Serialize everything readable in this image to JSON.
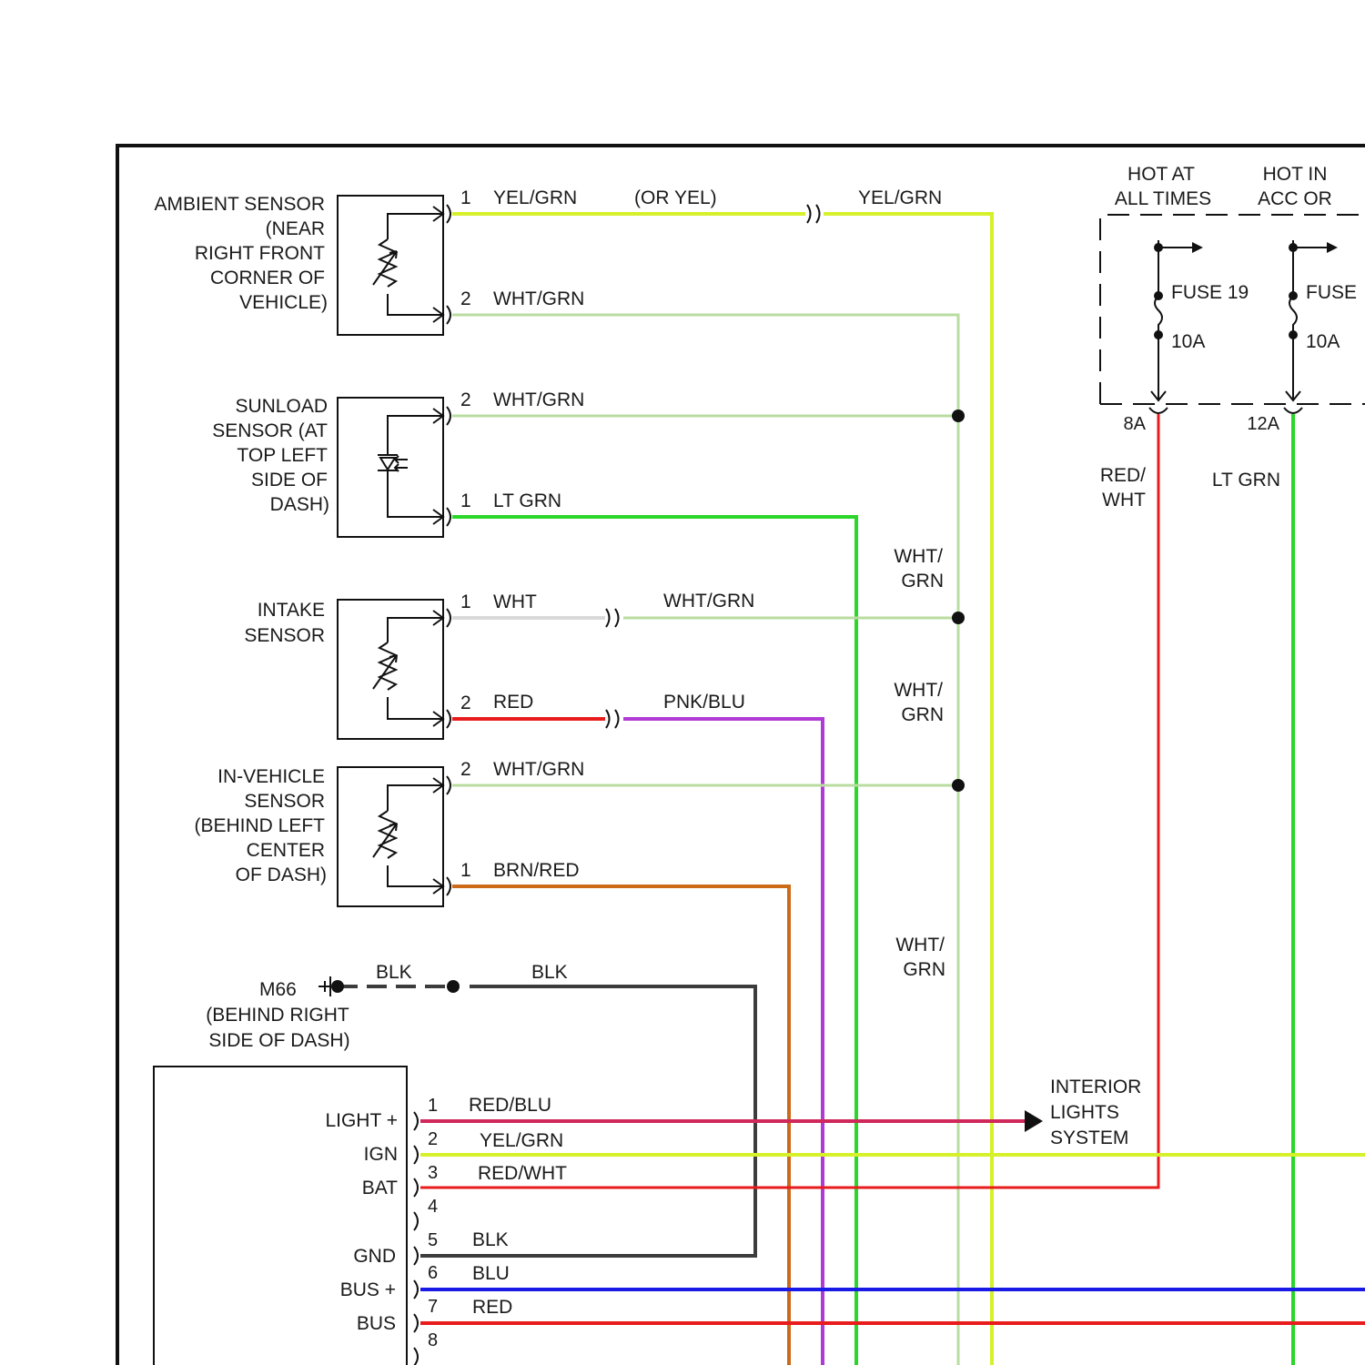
{
  "sensors": {
    "ambient": {
      "label": [
        "AMBIENT SENSOR",
        "(NEAR",
        "RIGHT FRONT",
        "CORNER OF",
        "VEHICLE)"
      ],
      "pin1": "1",
      "wire1": "YEL/GRN",
      "wire1_alt": "(OR YEL)",
      "wire1_after": "YEL/GRN",
      "pin2": "2",
      "wire2": "WHT/GRN"
    },
    "sunload": {
      "label": [
        "SUNLOAD",
        "SENSOR (AT",
        "TOP LEFT",
        "SIDE OF",
        "DASH)"
      ],
      "pin2": "2",
      "wire2": "WHT/GRN",
      "pin1": "1",
      "wire1": "LT GRN"
    },
    "intake": {
      "label": [
        "INTAKE",
        "SENSOR"
      ],
      "pin1": "1",
      "wire1": "WHT",
      "wire1_after": "WHT/GRN",
      "pin2": "2",
      "wire2": "RED",
      "wire2_after": "PNK/BLU"
    },
    "invehicle": {
      "label": [
        "IN-VEHICLE",
        "SENSOR",
        "(BEHIND LEFT",
        "CENTER",
        "OF DASH)"
      ],
      "pin2": "2",
      "wire2": "WHT/GRN",
      "pin1": "1",
      "wire1": "BRN/RED"
    }
  },
  "splice_labels": {
    "a": [
      "WHT/",
      "GRN"
    ],
    "b": [
      "WHT/",
      "GRN"
    ],
    "c": [
      "WHT/",
      "GRN"
    ]
  },
  "ground": {
    "id": "M66",
    "location": [
      "(BEHIND RIGHT",
      "SIDE OF DASH)"
    ],
    "wire_left": "BLK",
    "wire_right": "BLK"
  },
  "fuse_box": {
    "hot1": [
      "HOT AT",
      "ALL TIMES"
    ],
    "hot2": [
      "HOT IN",
      "ACC OR"
    ],
    "fuse1": "FUSE 19",
    "fuse1_rating": "10A",
    "fuse2": "FUSE",
    "fuse2_rating": "10A",
    "term1": "8A",
    "term2": "12A",
    "wire1": [
      "RED/",
      "WHT"
    ],
    "wire2": "LT GRN"
  },
  "interior_lights": [
    "INTERIOR",
    "LIGHTS",
    "SYSTEM"
  ],
  "module": {
    "pins": [
      {
        "num": "1",
        "func": "LIGHT +",
        "wire": "RED/BLU"
      },
      {
        "num": "2",
        "func": "IGN",
        "wire": "YEL/GRN"
      },
      {
        "num": "3",
        "func": "BAT",
        "wire": "RED/WHT"
      },
      {
        "num": "4",
        "func": "",
        "wire": ""
      },
      {
        "num": "5",
        "func": "GND",
        "wire": "BLK"
      },
      {
        "num": "6",
        "func": "BUS +",
        "wire": "BLU"
      },
      {
        "num": "7",
        "func": "BUS",
        "wire": "RED"
      },
      {
        "num": "8",
        "func": "",
        "wire": ""
      }
    ]
  },
  "colors": {
    "yel_grn": "#d6f02a",
    "wht_grn": "#b9dca0",
    "lt_grn": "#2bd62b",
    "wht": "#d9d9d9",
    "red": "#e81c1c",
    "pnk_blu": "#b03ad6",
    "brn_red": "#cc6a1a",
    "blk": "#3c3c3c",
    "red_blu": "#d0285a",
    "blu": "#1a1ae6"
  }
}
